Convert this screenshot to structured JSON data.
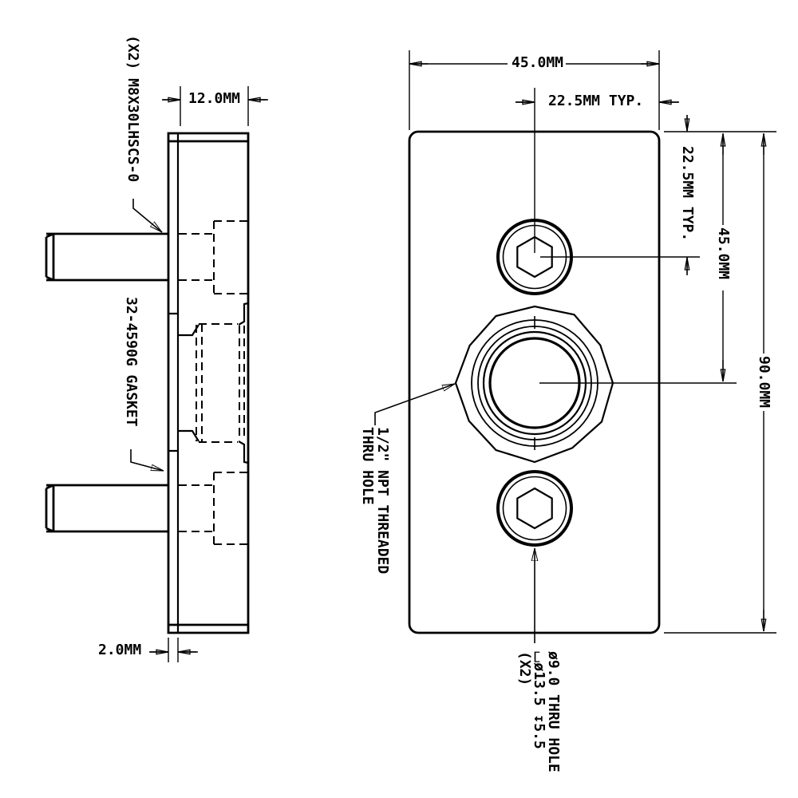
{
  "colors": {
    "line": "#000000",
    "background": "#ffffff"
  },
  "side_view": {
    "screws_label": "(X2) M8X30LHSCS-0",
    "plate_thickness": "12.0MM",
    "gasket_label": "32-4590G GASKET",
    "gasket_thickness": "2.0MM"
  },
  "front_view": {
    "plate_width": "45.0MM",
    "hole_spacing_top": "22.5MM TYP.",
    "hole_offset_right": "22.5MM TYP.",
    "center_offset_right": "45.0MM",
    "plate_height": "90.0MM",
    "npt_callout": {
      "line1": "1/2\" NPT THREADED",
      "line2": "THRU HOLE"
    },
    "screw_hole_callout": {
      "line1": "ø9.0 THRU HOLE",
      "line2": "⌴ø13.5 ↧5.5",
      "line3": "(X2)"
    }
  }
}
